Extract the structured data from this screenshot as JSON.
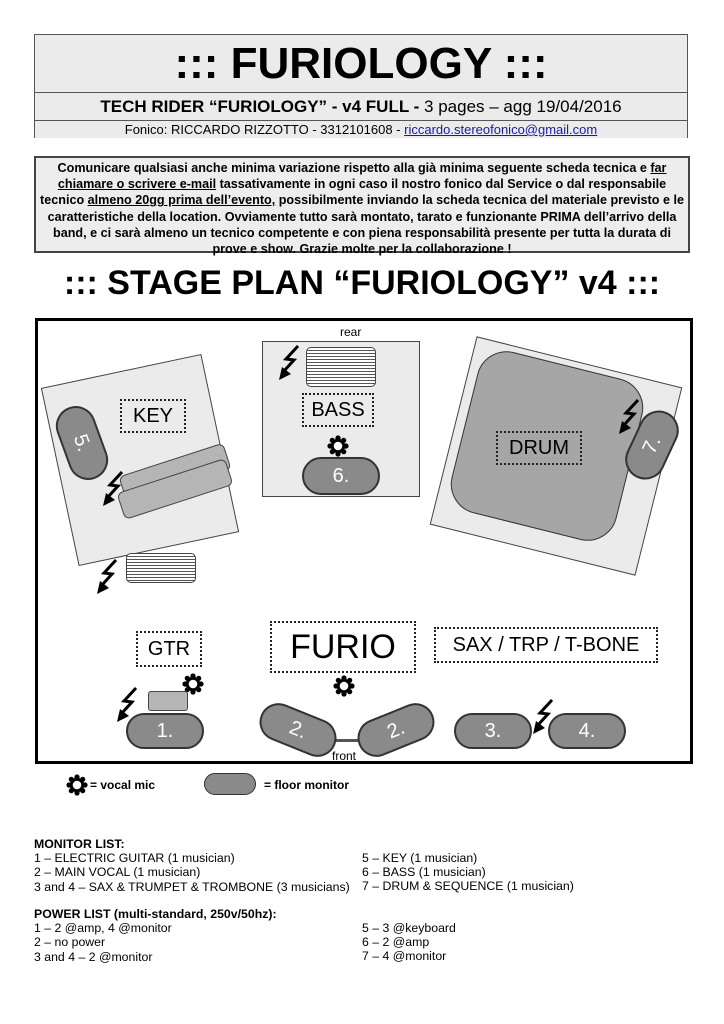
{
  "header": {
    "title": "::: FURIOLOGY :::",
    "subtitle_bold": "TECH RIDER “FURIOLOGY” - v4 FULL -",
    "subtitle_rest": " 3 pages – agg 19/04/2016",
    "contact_prefix": "Fonico: RICCARDO RIZZOTTO - 3312101608 - ",
    "contact_email": "riccardo.stereofonico@gmail.com"
  },
  "notice": {
    "p1": "Comunicare qualsiasi anche minima variazione rispetto alla già minima seguente scheda tecnica e ",
    "u1": "far chiamare o scrivere e-mail",
    "p2": " tassativamente in ogni caso il nostro fonico dal Service o dal responsabile tecnico ",
    "u2": "almeno 20gg prima dell’evento,",
    "p3": " possibilmente inviando la scheda tecnica del materiale previsto e le caratteristiche della location. Ovviamente tutto sarà montato, tarato e funzionante PRIMA dell’arrivo della band, e ci sarà almeno un tecnico competente e con piena responsabilità presente per tutta la durata di prove e show. Grazie molte per la collaborazione !"
  },
  "stage_title": "::: STAGE PLAN “FURIOLOGY” v4 :::",
  "stage": {
    "rear": "rear",
    "front": "front",
    "key": "KEY",
    "bass": "BASS",
    "drum": "DRUM",
    "gtr": "GTR",
    "furio": "FURIO",
    "horns": "SAX / TRP / T-BONE",
    "mon1": "1.",
    "mon2a": "2.",
    "mon2b": "2.",
    "mon3": "3.",
    "mon4": "4.",
    "mon5": "5.",
    "mon6": "6.",
    "mon7": "7."
  },
  "legend": {
    "mic": "= vocal mic",
    "monitor": "= floor monitor"
  },
  "monitor_list": {
    "heading": "MONITOR LIST:",
    "left": [
      "1 – ELECTRIC GUITAR (1 musician)",
      "2 – MAIN VOCAL (1 musician)",
      "3 and 4 – SAX & TRUMPET & TROMBONE (3 musicians)"
    ],
    "right": [
      "5 – KEY (1 musician)",
      "6 – BASS (1 musician)",
      "7 – DRUM & SEQUENCE (1 musician)"
    ]
  },
  "power_list": {
    "heading": "POWER LIST (multi-standard, 250v/50hz):",
    "left": [
      "1 – 2 @amp, 4 @monitor",
      "2 – no power",
      "3 and 4 – 2 @monitor"
    ],
    "right": [
      "5 – 3 @keyboard",
      "6 – 2 @amp",
      "7 – 4 @monitor"
    ]
  },
  "colors": {
    "panel_bg": "#ebebeb",
    "monitor_fill": "#8a8a8a",
    "drum_fill": "#a6a6a6",
    "link": "#1a1aa8"
  }
}
